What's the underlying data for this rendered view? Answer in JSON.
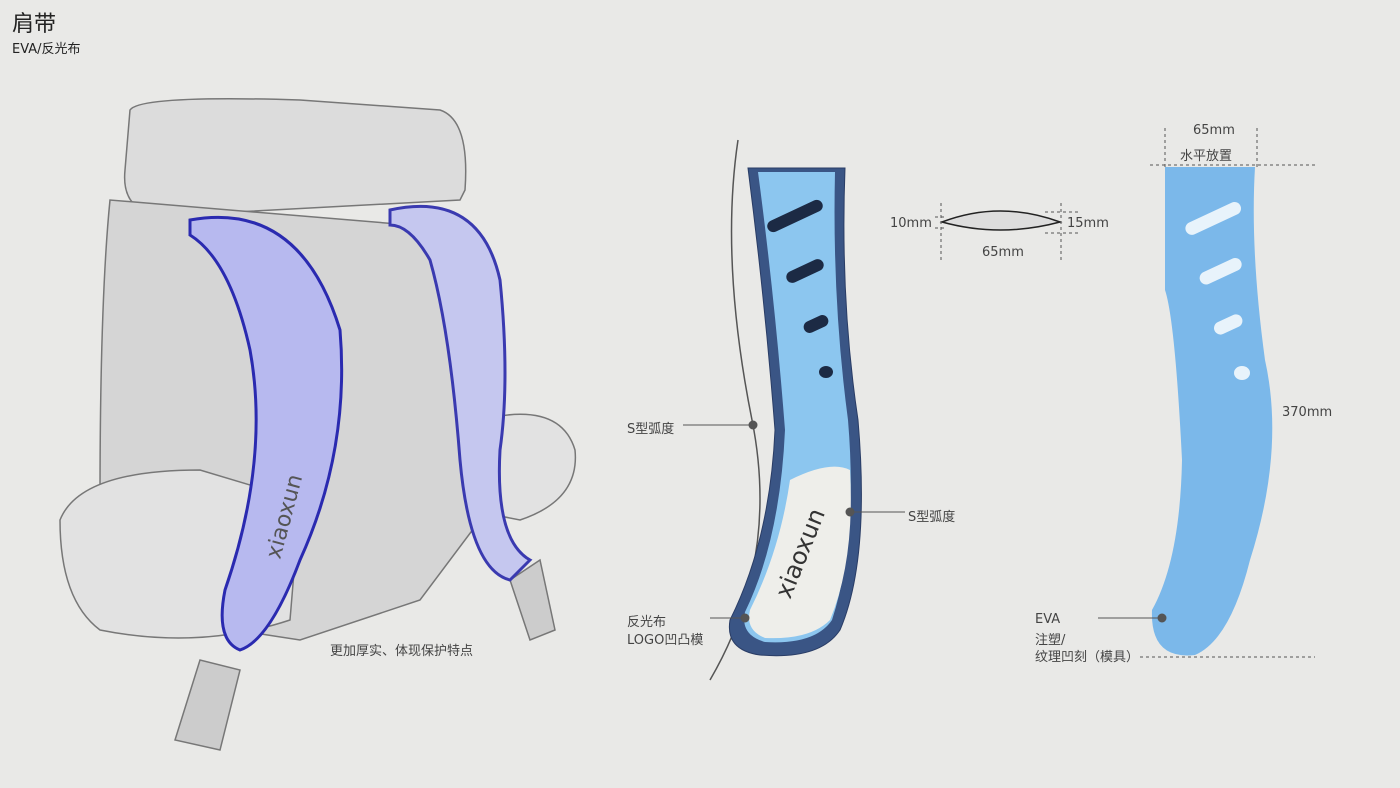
{
  "header": {
    "title": "肩带",
    "subtitle": "EVA/反光布"
  },
  "backpack": {
    "caption": "更加厚实、体现保护特点",
    "logo": "xiaoxun"
  },
  "strap_side": {
    "label_s_curve_left": "S型弧度",
    "label_s_curve_right": "S型弧度",
    "label_reflective": "反光布",
    "label_logo": "LOGO凹凸模",
    "logo": "xiaoxun"
  },
  "cross_section": {
    "left": "10mm",
    "right": "15mm",
    "width": "65mm"
  },
  "strap_front": {
    "width": "65mm",
    "note": "水平放置",
    "length": "370mm",
    "material": "EVA",
    "process1": "注塑/",
    "process2": "纹理凹刻（模具）"
  },
  "colors": {
    "strap_blue": "#7bb8ea",
    "navy": "#3a5585",
    "accent": "#5a5ce8"
  }
}
